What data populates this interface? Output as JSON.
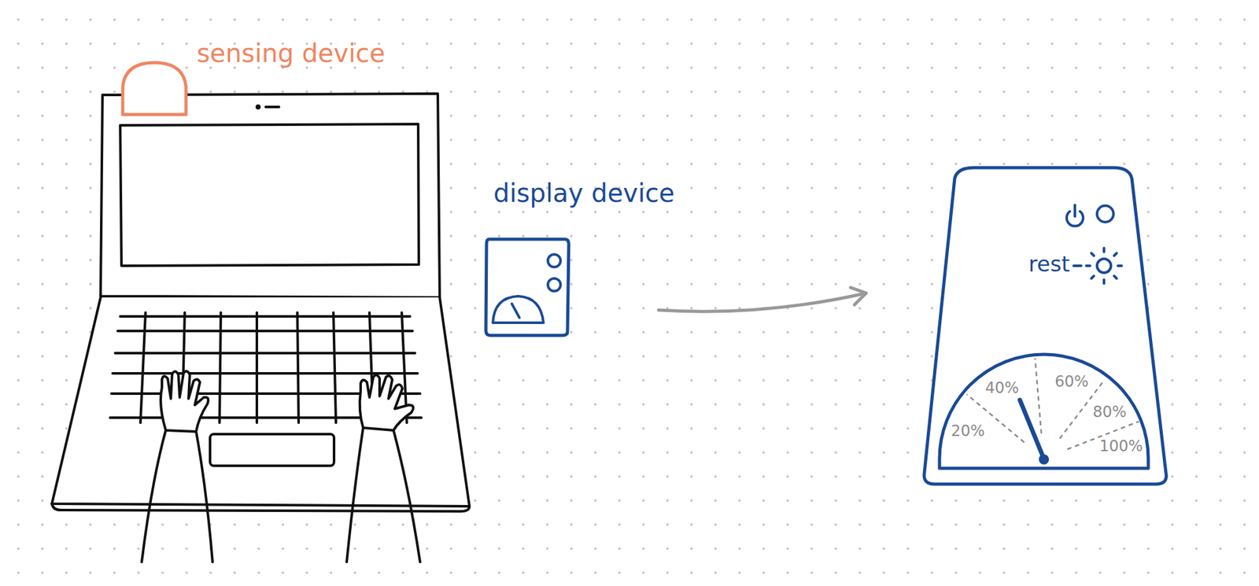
{
  "diagram": {
    "nodes": [
      {
        "text": [
          "sensing device"
        ]
      },
      {
        "text": [
          "display device"
        ]
      },
      {
        "text": [
          "rest"
        ]
      },
      {
        "text": [
          "20%",
          "40%",
          "60%",
          "80%",
          "100%"
        ],
        "in": 2
      }
    ],
    "edges": [
      {
        "from": 1,
        "to": 2,
        "arrow": "to"
      }
    ]
  }
}
